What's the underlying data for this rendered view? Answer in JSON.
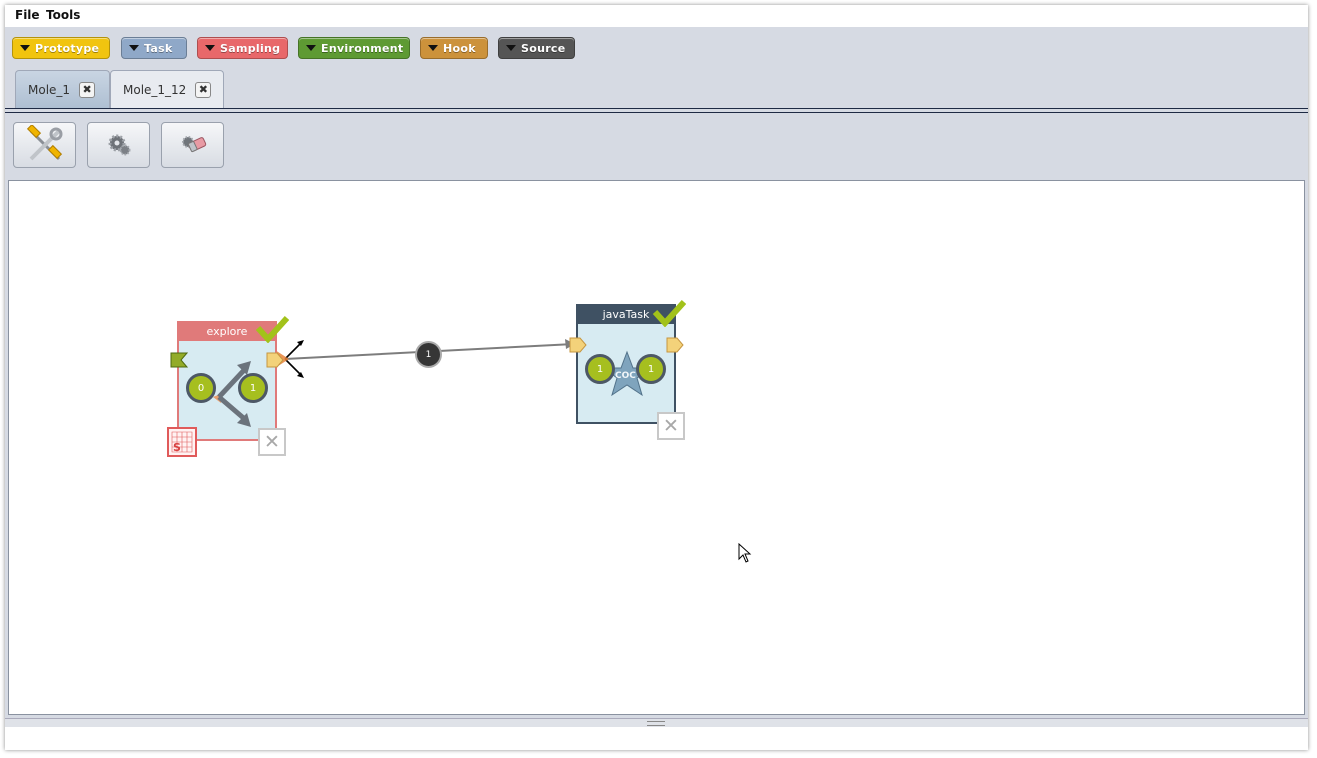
{
  "menu": {
    "items": [
      "File",
      "Tools"
    ]
  },
  "palette": {
    "buttons": [
      {
        "label": "Prototype",
        "color": "#f1c40f"
      },
      {
        "label": "Task",
        "color": "#8fa8c8"
      },
      {
        "label": "Sampling",
        "color": "#e8686a"
      },
      {
        "label": "Environment",
        "color": "#5e9a33"
      },
      {
        "label": "Hook",
        "color": "#cc923b"
      },
      {
        "label": "Source",
        "color": "#555555"
      }
    ]
  },
  "tabs": [
    {
      "label": "Mole_1",
      "active": true,
      "close_icon": "close-icon"
    },
    {
      "label": "Mole_1_12",
      "active": false,
      "close_icon": "close-icon"
    }
  ],
  "toolbar": {
    "icons": [
      "build-tools-icon",
      "settings-gears-icon",
      "eraser-icon"
    ]
  },
  "canvas": {
    "capsules": [
      {
        "title": "explore",
        "input_slot": "0",
        "output_slot": "1",
        "header_color": "#e07a7a",
        "body_color": "#d7ebf2",
        "icons": [
          "valid-check-icon",
          "exploration-arrows-icon",
          "sampling-icon",
          "remove-icon"
        ]
      },
      {
        "title": "javaTask",
        "input_slot": "1",
        "output_slot": "1",
        "header_color": "#3f5163",
        "body_color": "#d7ebf2",
        "icons": [
          "valid-check-icon",
          "java-task-icon",
          "remove-icon"
        ]
      }
    ],
    "transition": {
      "label": "1"
    }
  },
  "colors": {
    "accent": "#a6bf1f",
    "check": "#a2c21a",
    "rule": "#1e2a44"
  }
}
